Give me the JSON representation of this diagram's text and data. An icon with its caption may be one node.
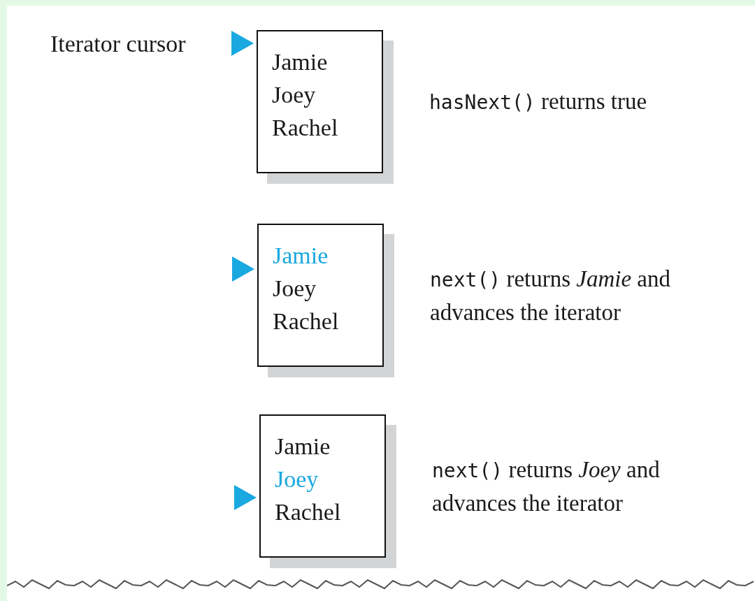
{
  "diagram": {
    "nodes": [
      {
        "text": [
          "Jamie",
          "Joey",
          "Rachel"
        ],
        "beside": [
          "hasNext() returns true"
        ]
      },
      {
        "text": [
          "Jamie",
          "Joey",
          "Rachel"
        ],
        "beside": [
          "next() returns *Jamie* and advances the iterator"
        ]
      },
      {
        "text": [
          "Jamie",
          "Joey",
          "Rachel"
        ],
        "beside": [
          "next() returns *Joey* and advances the iterator"
        ]
      }
    ],
    "edges": [],
    "labels": [
      "Iterator cursor"
    ]
  }
}
